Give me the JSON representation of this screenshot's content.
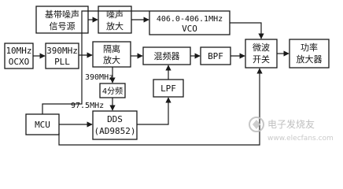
{
  "diagram": {
    "blocks": {
      "ocxo": [
        "10MHz",
        "OCXO"
      ],
      "pll": [
        "390MHz",
        "PLL"
      ],
      "noise_source": [
        "基带噪声",
        "信号源"
      ],
      "noise_amp": [
        "噪声",
        "放大"
      ],
      "vco": [
        "406.0-406.1MHz",
        "VCO"
      ],
      "isolation_amp": [
        "隔离",
        "放大"
      ],
      "mixer": [
        "混频器"
      ],
      "bpf": [
        "BPF"
      ],
      "microwave_switch": [
        "微波",
        "开关"
      ],
      "power_amp": [
        "功率",
        "放大器"
      ],
      "divider": [
        "4分频"
      ],
      "lpf": [
        "LPF"
      ],
      "mcu": [
        "MCU"
      ],
      "dds": [
        "DDS",
        "(AD9852)"
      ]
    },
    "edge_labels": {
      "f390": "390MHz",
      "f97_5": "97.5MHz"
    }
  },
  "watermark": {
    "text": "电子发烧友",
    "url": "www.elecfans.com"
  }
}
